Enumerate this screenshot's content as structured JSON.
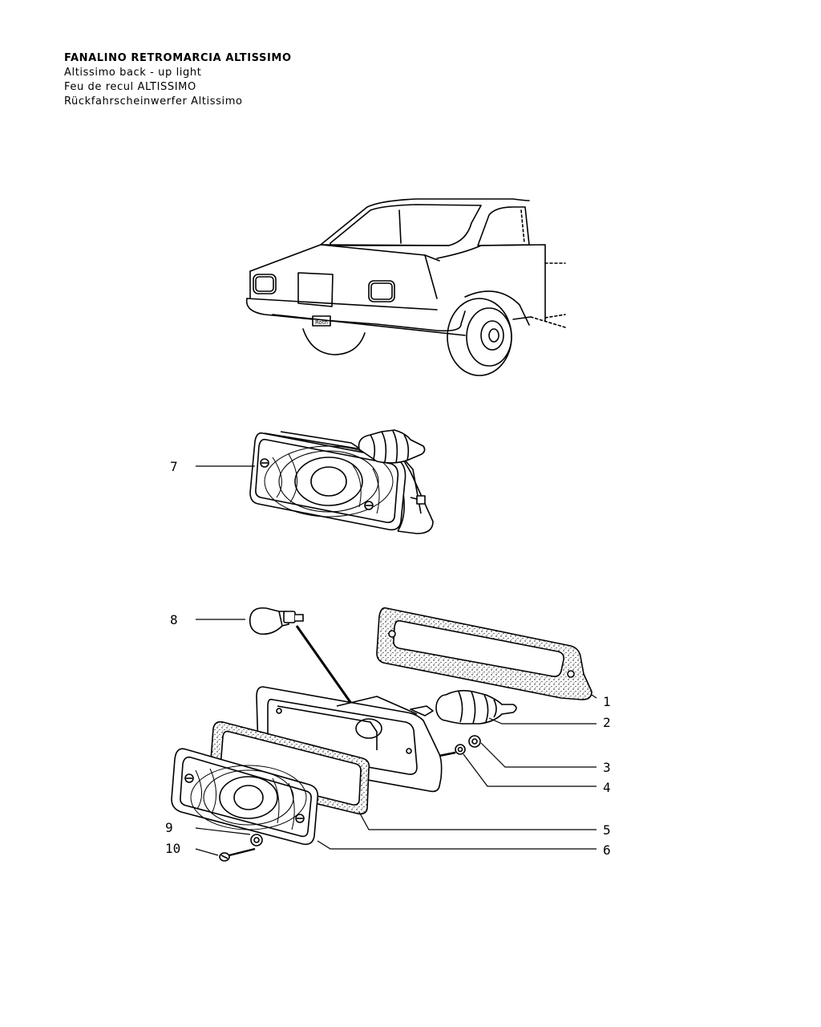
{
  "header": {
    "title": "FANALINO RETROMARCIA ALTISSIMO",
    "line_en": "Altissimo back - up light",
    "line_fr": "Feu de recul ALTISSIMO",
    "line_de": "Rückfahrscheinwerfer Altissimo"
  },
  "plate_text": "Roth",
  "callouts": {
    "c1": "1",
    "c2": "2",
    "c3": "3",
    "c4": "4",
    "c5": "5",
    "c6": "6",
    "c7": "7",
    "c8": "8",
    "c9": "9",
    "c10": "10"
  }
}
